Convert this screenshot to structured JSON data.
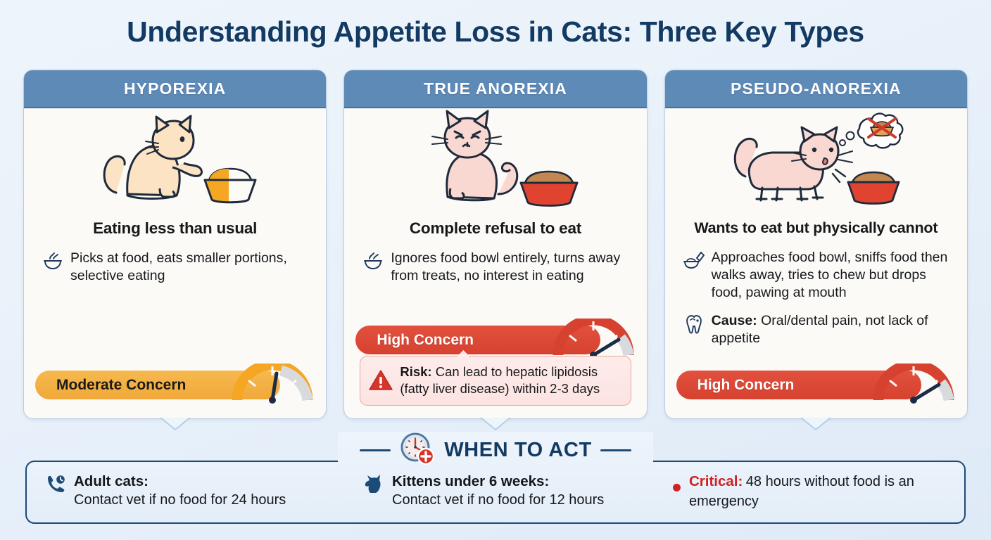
{
  "title": "Understanding Appetite Loss in Cats: Three Key Types",
  "colors": {
    "header_blue": "#5e8ab8",
    "title_navy": "#123a63",
    "moderate_orange": "#f0a83a",
    "high_red": "#d6422f",
    "critical_red": "#cf2222",
    "card_bg": "#fbfaf7",
    "page_bg": "#eef4fb"
  },
  "cards": [
    {
      "header": "HYPOREXIA",
      "illustration": "cat-sitting-near-half-full-bowl",
      "headline": "Eating less than usual",
      "bullets": [
        {
          "icon": "food-bowl-icon",
          "label": "",
          "text": "Picks at food, eats smaller portions, selective eating"
        }
      ],
      "badge": {
        "label": "Moderate Concern",
        "level": "moderate",
        "gauge_icon": "gauge-moderate-icon"
      },
      "risk": null
    },
    {
      "header": "TRUE ANOREXIA",
      "illustration": "grumpy-cat-ignoring-red-bowl",
      "headline": "Complete refusal to eat",
      "bullets": [
        {
          "icon": "food-bowl-icon",
          "label": "",
          "text": "Ignores food bowl entirely, turns away from treats, no interest in eating"
        }
      ],
      "badge": {
        "label": "High Concern",
        "level": "high",
        "gauge_icon": "gauge-high-icon"
      },
      "risk": {
        "icon": "warning-triangle-icon",
        "label": "Risk:",
        "text": "Can lead to hepatic lipidosis (fatty liver disease) within 2-3 days"
      }
    },
    {
      "header": "PSEUDO-ANOREXIA",
      "illustration": "cat-approaching-bowl-with-thought-bubble",
      "headline": "Wants to eat but physically cannot",
      "bullets": [
        {
          "icon": "food-bowl-tilted-icon",
          "label": "",
          "text": "Approaches food bowl, sniffs food then walks away, tries to chew but drops food, pawing at mouth"
        },
        {
          "icon": "tooth-icon",
          "label": "Cause:",
          "text": "Oral/dental pain, not lack of appetite"
        }
      ],
      "badge": {
        "label": "High Concern",
        "level": "high",
        "gauge_icon": "gauge-high-icon"
      },
      "risk": null
    }
  ],
  "footer": {
    "banner": {
      "icon": "clock-medical-icon",
      "title": "WHEN TO ACT"
    },
    "items": [
      {
        "icon": "phone-clock-icon",
        "label": "Adult cats:",
        "text": "Contact vet if no food for 24 hours",
        "style": "stacked"
      },
      {
        "icon": "cat-silhouette-icon",
        "label": "Kittens under 6 weeks:",
        "text": "Contact vet if no food for 12 hours",
        "style": "stacked"
      },
      {
        "icon": "red-dot-icon",
        "label": "Critical:",
        "text": "48 hours without food is an emergency",
        "style": "inline-critical"
      }
    ]
  }
}
